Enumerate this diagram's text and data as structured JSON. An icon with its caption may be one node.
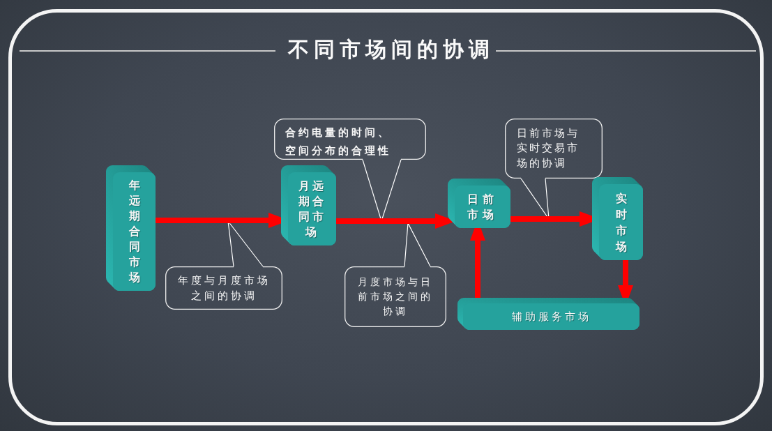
{
  "diagram": {
    "title": "不同市场间的协调",
    "nodes": [
      {
        "text": [
          "年远期合同市场"
        ]
      },
      {
        "text": [
          "年度与月度市场之间的协调"
        ]
      },
      {
        "text": [
          "合约电量的时间、空间分布的合理性"
        ]
      },
      {
        "text": [
          "月远期合同市场"
        ]
      },
      {
        "text": [
          "月度市场与日前市场之间的协调"
        ]
      },
      {
        "text": [
          "日前市场"
        ]
      },
      {
        "text": [
          "日前市场与实时交易市场的协调"
        ]
      },
      {
        "text": [
          "实时市场"
        ]
      },
      {
        "text": [
          "辅助服务市场"
        ]
      }
    ],
    "edges": [
      {
        "from": 0,
        "to": 3,
        "arrow": "to"
      },
      {
        "from": 3,
        "to": 5,
        "arrow": "to"
      },
      {
        "from": 5,
        "to": 7,
        "arrow": "to"
      },
      {
        "from": 7,
        "to": 8,
        "arrow": "to"
      },
      {
        "from": 8,
        "to": 5,
        "arrow": "to"
      },
      {
        "from": 1,
        "to": null,
        "arrow": "none",
        "color": "#ffffff"
      },
      {
        "from": 2,
        "to": null,
        "arrow": "none",
        "color": "#ffffff"
      },
      {
        "from": 4,
        "to": null,
        "arrow": "none",
        "color": "#ffffff"
      },
      {
        "from": 6,
        "to": null,
        "arrow": "none",
        "color": "#ffffff"
      }
    ]
  }
}
